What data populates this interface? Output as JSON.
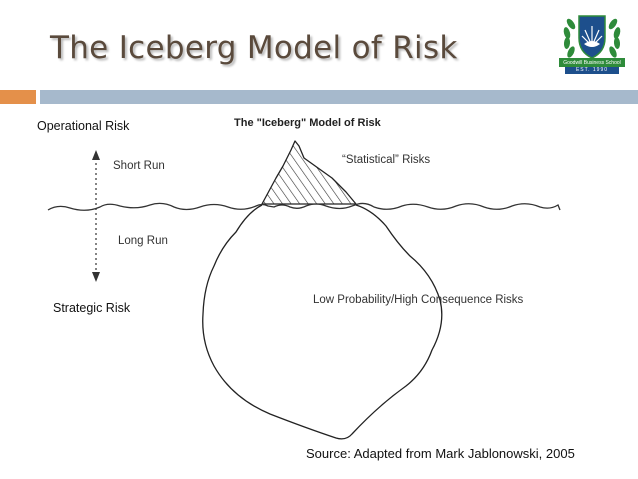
{
  "slide": {
    "title": "The Iceberg Model of Risk"
  },
  "logo": {
    "name_text": "Goodwill Business School",
    "est_text": "EST. 1990"
  },
  "diagram": {
    "heading": "The \"Iceberg\" Model of Risk",
    "short_run": "Short Run",
    "long_run": "Long Run",
    "statistical_risks": "“Statistical” Risks",
    "low_prob_risks": "Low Probability/High Consequence Risks"
  },
  "labels": {
    "operational": "Operational Risk",
    "strategic": "Strategic Risk",
    "source": "Source: Adapted from Mark Jablonowski, 2005"
  },
  "colors": {
    "title": "#5a4a3c",
    "divider_orange": "#e4904a",
    "divider_blue": "#a6b9cc",
    "logo_green": "#2e8b3a",
    "logo_blue": "#1d4f8c"
  }
}
